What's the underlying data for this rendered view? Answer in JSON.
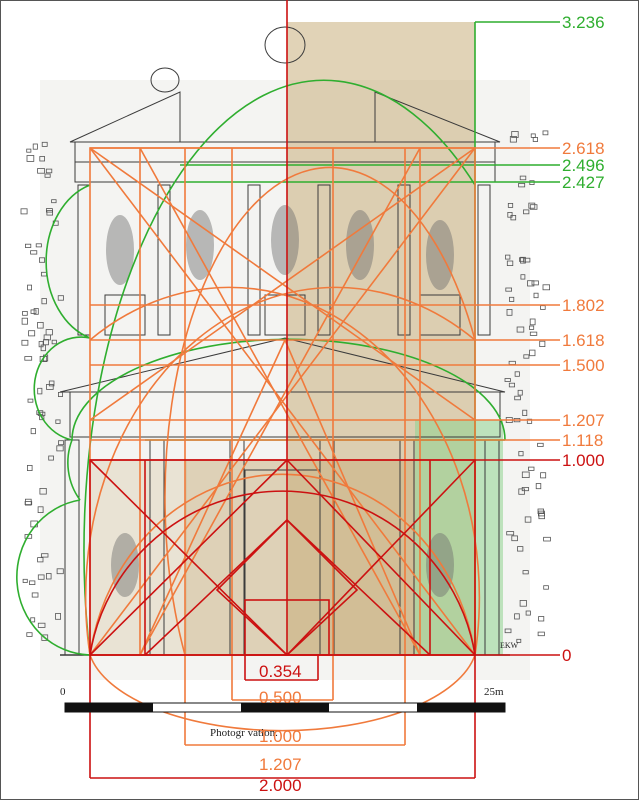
{
  "colors": {
    "red": "#cc1111",
    "orange": "#f07a3c",
    "green": "#2fae2f",
    "tan_fill": "#c8ae7c",
    "green_fill": "#8fd48f",
    "ink": "#3b3b3b"
  },
  "right_labels": [
    {
      "text": "3.236",
      "color": "green"
    },
    {
      "text": "2.618",
      "color": "orange"
    },
    {
      "text": "2.496",
      "color": "green"
    },
    {
      "text": "2.427",
      "color": "green"
    },
    {
      "text": "1.802",
      "color": "orange"
    },
    {
      "text": "1.618",
      "color": "orange"
    },
    {
      "text": "1.500",
      "color": "orange"
    },
    {
      "text": "1.207",
      "color": "orange"
    },
    {
      "text": "1.118",
      "color": "orange"
    },
    {
      "text": "1.000",
      "color": "red"
    },
    {
      "text": "0",
      "color": "red"
    }
  ],
  "bottom_labels": [
    {
      "text": "0.354",
      "color": "red"
    },
    {
      "text": "0.500",
      "color": "orange"
    },
    {
      "text": "1.000",
      "color": "orange"
    },
    {
      "text": "1.207",
      "color": "orange"
    },
    {
      "text": "2.000",
      "color": "red"
    }
  ],
  "scale_bar": {
    "start": "0",
    "end": "25m"
  },
  "caption": "Photogr        vation.",
  "signature": "EKW"
}
